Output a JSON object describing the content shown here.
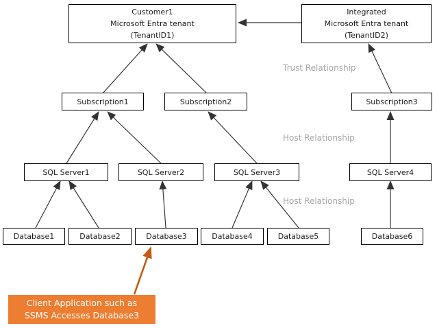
{
  "nodes": {
    "customer_tenant": {
      "line1": "Customer1",
      "line2": "Microsoft Entra tenant",
      "line3": "(TenantID1)"
    },
    "integrated_tenant": {
      "line1": "Integrated",
      "line2": "Microsoft Entra tenant",
      "line3": "(TenantID2)"
    },
    "subscription1": "Subscription1",
    "subscription2": "Subscription2",
    "subscription3": "Subscription3",
    "sql_server1": "SQL Server1",
    "sql_server2": "SQL Server2",
    "sql_server3": "SQL Server3",
    "sql_server4": "SQL Server4",
    "database1": "Database1",
    "database2": "Database2",
    "database3": "Database3",
    "database4": "Database4",
    "database5": "Database5",
    "database6": "Database6"
  },
  "labels": {
    "trust": "Trust Relationship",
    "host_upper": "Host Relationship",
    "host_lower": "Host Relationship"
  },
  "note": {
    "line1": "Client Application such as",
    "line2": "SSMS Accesses Database3"
  },
  "colors": {
    "note_background": "#ED7D31",
    "note_text": "#FFFFFF",
    "note_arrow": "#C55A11",
    "relationship_label": "#A6A6A6",
    "connector": "#333333"
  }
}
